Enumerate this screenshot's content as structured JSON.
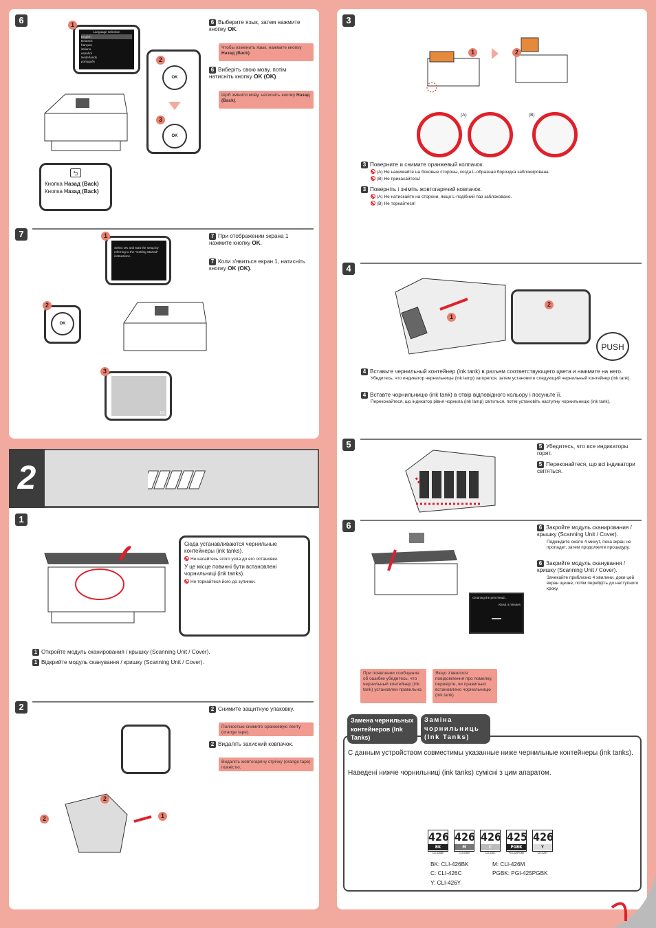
{
  "left_top": {
    "step6": {
      "badge": "6",
      "callout": "1",
      "up2": "2",
      "up3": "3",
      "screen_title": "Language selection",
      "languages": [
        "English",
        "Deutsch",
        "français",
        "italiano",
        "español",
        "Nederlands",
        "português"
      ],
      "ok": "OK",
      "back_box": {
        "line1_a": "Кнопка ",
        "line1_b": "Назад (Back)",
        "line2_a": "Кнопка ",
        "line2_b": "Назад (Back)"
      },
      "ru": {
        "a": "Выберите язык, затем нажмите кнопку ",
        "b": "OK",
        "c": "."
      },
      "ru_note": {
        "a": "Чтобы изменить язык, нажмите кнопку ",
        "b": "Назад (Back)",
        "c": "."
      },
      "uk": {
        "a": "Виберіть свою мову, потім натисніть кнопку ",
        "b": "OK (OK)",
        "c": "."
      },
      "uk_note": {
        "a": "Щоб змінити мову, натисніть кнопку ",
        "b": "Назад (Back)",
        "c": "."
      }
    },
    "step7": {
      "badge": "7",
      "c1": "1",
      "c2": "2",
      "c3": "3",
      "screen_text": "Select OK and start the setup by referring to the \"Getting Started\" instructions.",
      "page": "1/3",
      "ru": {
        "a": "При отображении экрана 1 нажмите кнопку ",
        "b": "OK",
        "c": "."
      },
      "uk": {
        "a": "Коли з'явиться екран 1, натисніть кнопку ",
        "b": "OK (OK)",
        "c": "."
      }
    }
  },
  "section2": {
    "number": "2"
  },
  "left_bottom": {
    "step1": {
      "badge": "1",
      "box": {
        "ru": "Сюда устанавливаются чернильные контейнеры (ink tanks).",
        "ru_warn": "Не касайтесь этого узла до его остановки.",
        "uk": "У це місце повинні бути встановлені чорнильниці (ink tanks).",
        "uk_warn": "Не торкайтеся його до зупинки."
      },
      "ru": "Откройте модуль сканирования / крышку (Scanning Unit / Cover).",
      "uk": "Відкрийте модуль сканування / кришку (Scanning Unit / Cover)."
    },
    "step2": {
      "badge": "2",
      "c1": "1",
      "c2": "2",
      "ru": "Снимите защитную упаковку.",
      "ru_note": "Полностью снимите оранжевую ленту (orange tape).",
      "uk": "Видаліть захисний ковпачок.",
      "uk_note": "Видаліть жовтогарячу стрічку (orange tape) повністю."
    }
  },
  "right": {
    "step3": {
      "badge": "3",
      "c1": "1",
      "c2": "2",
      "label_a": "(A)",
      "label_b": "(B)",
      "ru": "Поверните и снимите оранжевый колпачок.",
      "ru_a": "(A) Не нажимайте на боковые стороны, когда L-образная бороздка заблокирована.",
      "ru_b": "(B) Не прикасайтесь!",
      "uk": "Поверніть і зніміть жовтогарячий ковпачок.",
      "uk_a": "(A) Не натискайте на сторони, якщо L-подібний паз заблоковано.",
      "uk_b": "(B) Не торкайтеся!"
    },
    "step4": {
      "badge": "4",
      "c1": "1",
      "c2": "2",
      "push": "PUSH",
      "ru": "Вставьте чернильный контейнер (ink tank) в разъем соответствующего цвета и нажмите на него.",
      "ru_sub": "Убедитесь, что индикатор чернильницы (ink lamp) загорелся, затем установите следующий чернильный контейнер (ink tank).",
      "uk": "Вставте чорнильницю (ink tank) в отвір відповідного кольору і посуньте її.",
      "uk_sub": "Переконайтеся, що індикатор рівня чорнила (ink lamp) світиться, потім установіть наступну чорнильницю (ink tank)."
    },
    "step5": {
      "badge": "5",
      "ru": "Убедитесь, что все индикаторы горят.",
      "uk": "Переконайтеся, що всі індикатори світяться."
    },
    "step6": {
      "badge": "6",
      "screen_l1": "Cleaning the print head...",
      "screen_l2": "About 4 minutes",
      "ru": "Закройте модуль сканирования / крышку (Scanning Unit / Cover).",
      "ru_sub": "Подождите около 4 минут, пока экран не пропадет, затем продолжите процедуру.",
      "uk": "Закрийте модуль сканування / кришку (Scanning Unit / Cover).",
      "uk_sub": "Зачекайте приблизно 4 хвилини, доки цей екран щезне, потім перейдіть до наступного кроку.",
      "ru_note": "При появлении сообщения об ошибке убедитесь, что чернильный контейнер (ink tank) установлен правильно.",
      "uk_note": "Якщо з'явилося повідомлення про помилку, перевірте, чи правильно встановлено чорнильницю (ink tank)."
    },
    "replace": {
      "tab_ru": "Замена чернильных контейнеров (Ink Tanks)",
      "tab_uk": "Заміна чорнильниць (Ink Tanks)",
      "ru": "С данным устройством совместимы указанные ниже чернильные контейнеры (ink tanks).",
      "uk": "Наведені нижче чорнильниці (ink tanks) сумісні з цим апаратом.",
      "tanks": [
        {
          "num": "426",
          "label": "BK",
          "code": "CLI-426BK",
          "color": "#222222"
        },
        {
          "num": "426",
          "label": "M",
          "code": "CLI-426M",
          "color": "#777777"
        },
        {
          "num": "426",
          "label": "C",
          "code": "CLI-426C",
          "color": "#bbbbbb"
        },
        {
          "num": "425",
          "label": "PGBK",
          "code": "PGI-425PGBK",
          "color": "#222222"
        },
        {
          "num": "426",
          "label": "Y",
          "code": "CLI-426Y",
          "color": "#dddddd"
        }
      ],
      "list": [
        "BK: CLI-426BK",
        "M: CLI-426M",
        "C: CLI-426C",
        "PGBK: PGI-425PGBK",
        "Y: CLI-426Y"
      ]
    }
  },
  "colors": {
    "background": "#f3aa9e",
    "note": "#f19a90",
    "badge": "#3c3c3c",
    "prohibit": "#e0202a"
  }
}
